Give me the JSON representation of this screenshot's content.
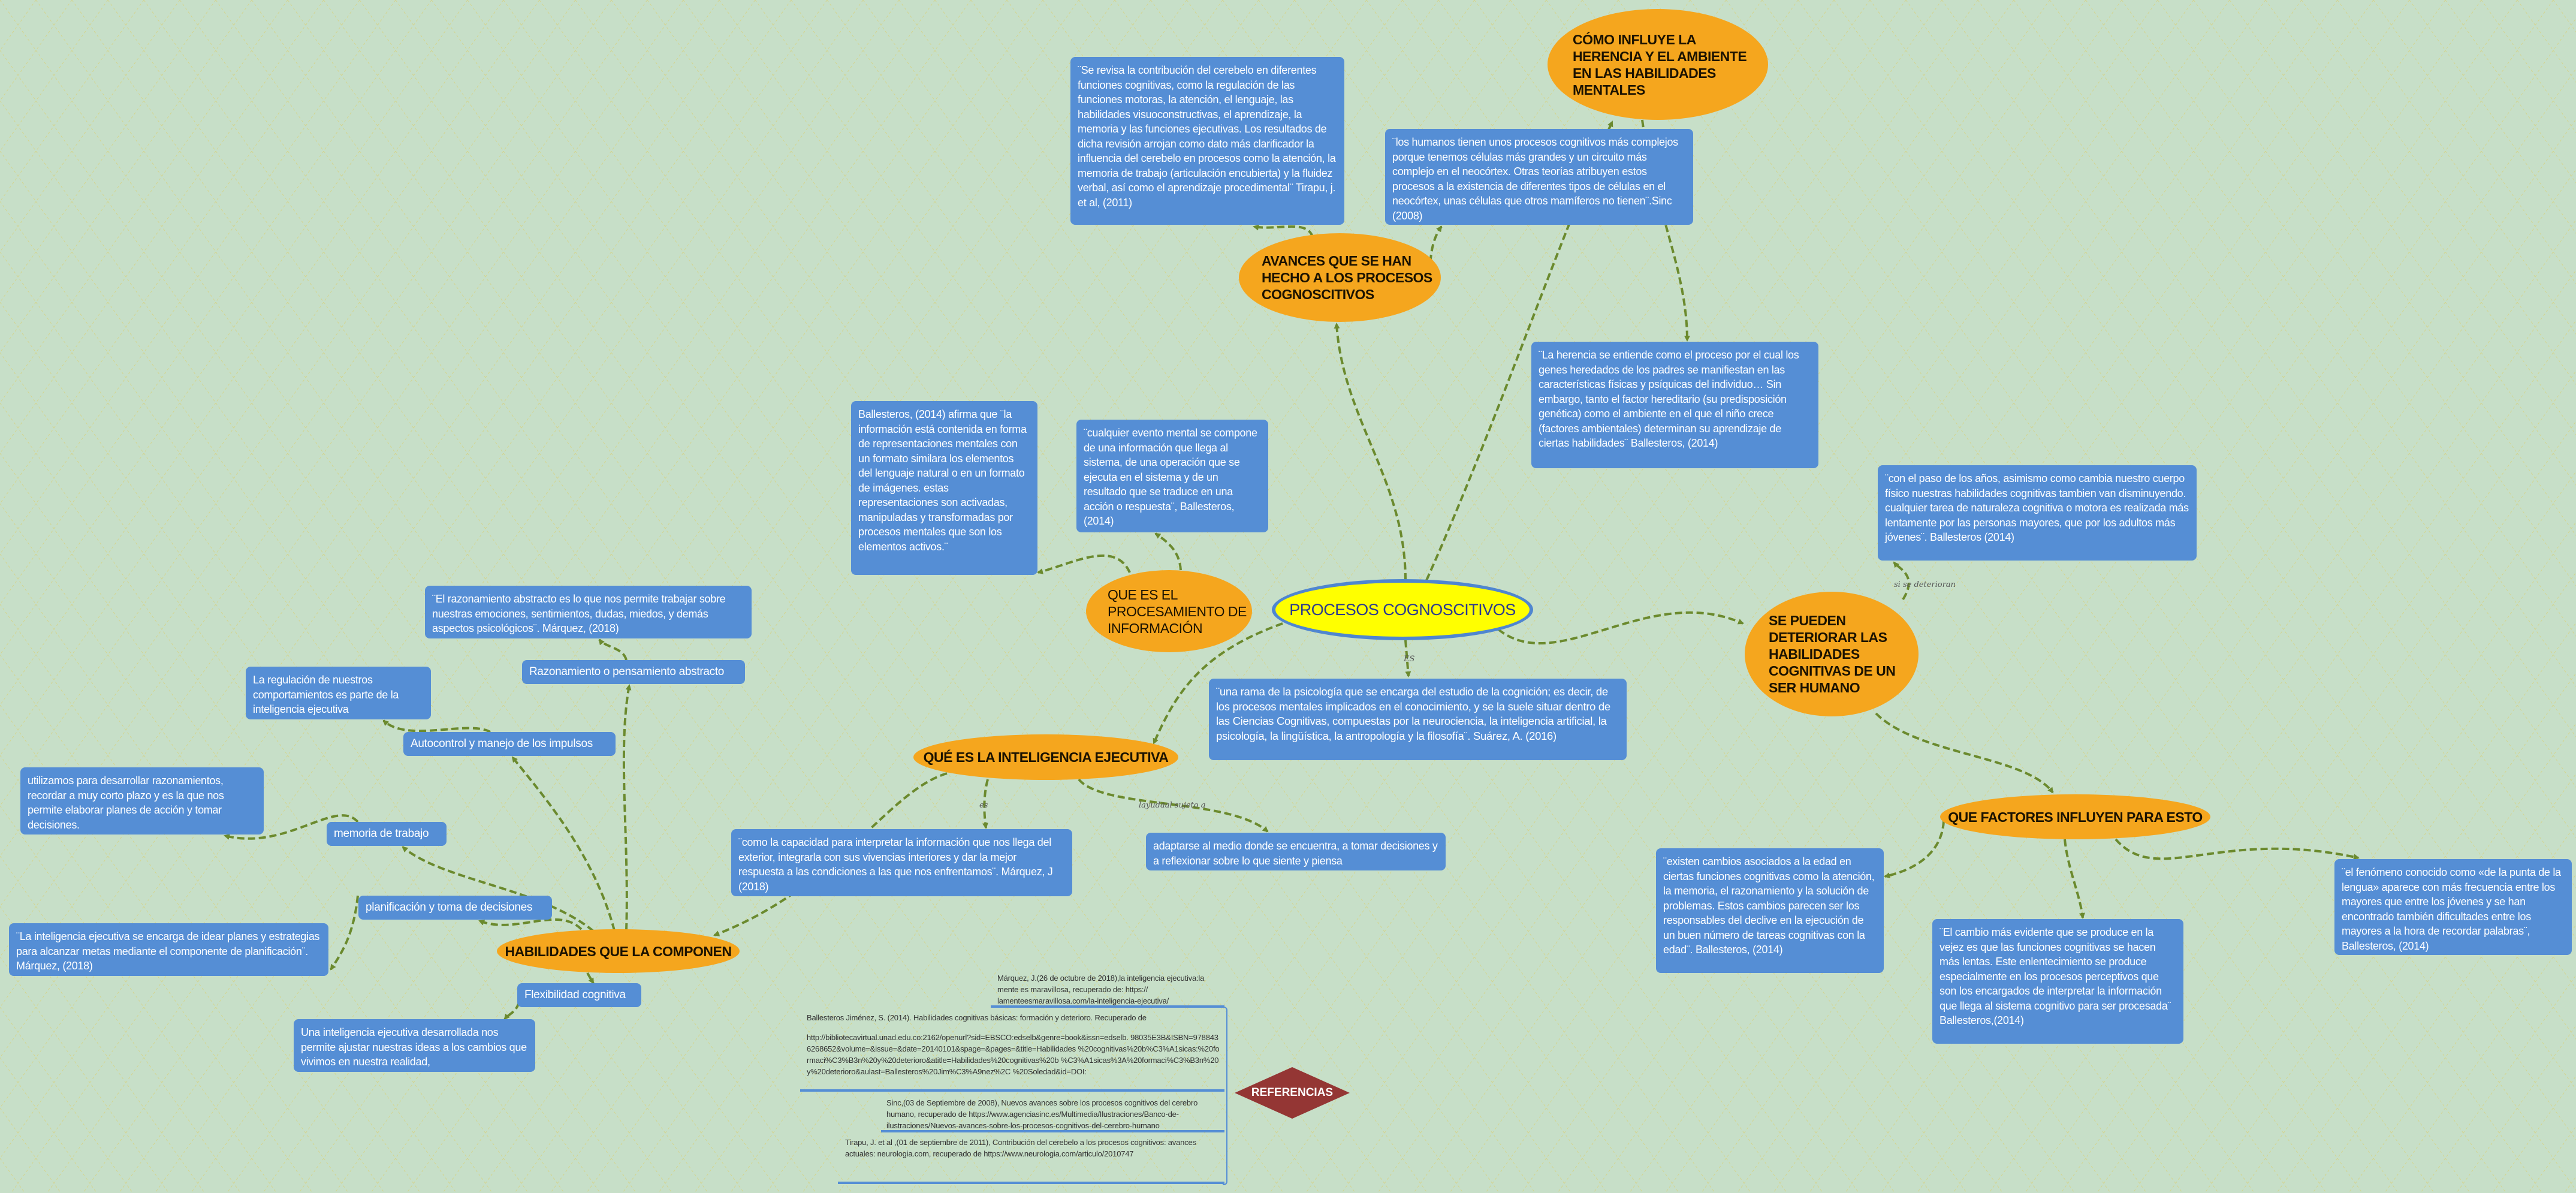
{
  "colors": {
    "background": "#c7dfc8",
    "box": "#558ed5",
    "topic": "#f5a61e",
    "central": "#ffff00",
    "central_border": "#4f86d0",
    "connector": "#6b8a2e",
    "references": "#943634"
  },
  "central": {
    "title": "PROCESOS COGNOSCITIVOS"
  },
  "topics": {
    "avances": [
      "AVANCES  QUE SE HAN",
      "HECHO A LOS PROCESOS",
      "COGNOSCITIVOS"
    ],
    "herencia": [
      "CÓMO INFLUYE LA",
      "HERENCIA Y EL AMBIENTE",
      "EN LAS HABILIDADES",
      "MENTALES"
    ],
    "procesamiento": [
      "QUE ES EL",
      "PROCESAMIENTO DE",
      "INFORMACIÓN"
    ],
    "deterioro": [
      "SE PUEDEN",
      "DETERIORAR LAS",
      "HABILIDADES",
      "COGNITIVAS DE UN",
      "SER HUMANO"
    ],
    "inteligencia": "QUÉ ES LA INTELIGENCIA EJECUTIVA",
    "factores": "QUE FACTORES INFLUYEN PARA ESTO",
    "habilidades": "HABILIDADES QUE LA COMPONEN"
  },
  "notes": {
    "cerebelo": "¨Se revisa la contribución del cerebelo en diferentes funciones cognitivas, como la regulación de las funciones motoras, la atención, el lenguaje, las habilidades visuoconstructivas, el aprendizaje, la memoria y las funciones ejecutivas. Los resultados de dicha revisión arrojan como dato más clarificador la influencia del cerebelo en procesos como la atención, la memoria de trabajo (articulación encubierta) y la fluidez verbal, así como el aprendizaje procedimental¨ Tirapu, j. et al,  (2011)",
    "humanos": "¨los humanos tienen unos procesos cognitivos más complejos porque tenemos células más grandes y un circuito más complejo en el neocórtex. Otras teorías atribuyen estos procesos a la existencia de diferentes tipos de células en el neocórtex, unas células que otros mamíferos no tienen¨.Sinc (2008)",
    "herencia": "¨La herencia se entiende como el proceso por el cual los genes heredados de los padres se manifiestan en las características físicas y psíquicas del individuo… Sin embargo, tanto el factor hereditario (su predisposición genética) como el ambiente en el que el niño crece (factores ambientales) determinan su aprendizaje de ciertas habilidades¨ Ballesteros, (2014)",
    "paso_anos": "¨con el paso de los años, asimismo como cambia nuestro cuerpo físico nuestras habilidades cognitivas tambien van disminuyendo. cualquier tarea de naturaleza cognitiva o motora es realizada más lentamente por las personas mayores, que por los adultos más jóvenes¨. Ballesteros (2014)",
    "ballesteros": "Ballesteros,  (2014) afirma que ¨la información está contenida en forma de representaciones mentales con un formato similara los elementos del lenguaje natural o en un formato de imágenes. estas representaciones son activadas, manipuladas y transformadas por procesos mentales que son los elementos activos.¨",
    "evento": "¨cualquier evento mental se compone de una información que llega al sistema, de una operación que se ejecuta en el sistema y de un resultado que se traduce en una acción o respuesta¨, Ballesteros, (2014)",
    "rama": "¨una rama de la psicología que se encarga del estudio de la cognición; es decir, de los procesos mentales implicados en el conocimiento, y se la suele situar dentro de las Ciencias Cognitivas, compuestas por la neurociencia, la inteligencia artificial, la psicología, la lingüística, la antropología y la filosofía¨. Suárez, A. (2016)",
    "capacidad": "¨como la capacidad para interpretar la información que nos llega del exterior, integrarla con sus vivencias interiores y dar la mejor respuesta a las condiciones a las que nos enfrentamos¨. Márquez, J (2018)",
    "adaptarse": "adaptarse al medio donde se encuentra, a tomar decisiones y a reflexionar sobre lo que siente y piensa",
    "cambios_edad": "¨existen cambios  asociados  a  la  edad en ciertas funciones cognitivas como la atención, la memoria, el razonamiento y la solución de problemas. Estos cambios parecen ser los responsables del declive en la ejecución de un buen número de tareas cognitivas con la edad¨. Ballesteros, (2014)",
    "cambio_evidente": "¨El cambio más evidente que se produce en la vejez es que las funciones cognitivas se hacen más lentas. Este enlentecimiento se produce especialmente en los procesos perceptivos que son los encargados de interpretar la información que llega al sistema cognitivo para ser procesada¨ Ballesteros,(2014)",
    "fenomeno": "¨el fenómeno conocido como «de la punta de la lengua» aparece con más frecuencia entre los mayores que entre los jóvenes y se han encontrado también dificultades entre los mayores a la hora de recordar palabras¨, Ballesteros, (2014)",
    "razonamiento_quote": "¨El razonamiento abstracto es lo que nos permite trabajar sobre nuestras emociones, sentimientos, dudas, miedos, y demás aspectos psicológicos¨. Márquez, (2018)",
    "razonamiento": "Razonamiento o pensamiento abstracto",
    "regulacion": "La regulación de nuestros comportamientos es parte de la inteligencia ejecutiva",
    "autocontrol": "Autocontrol y manejo de los impulsos",
    "utilizamos": "utilizamos para desarrollar razonamientos, recordar a muy corto plazo y es la que nos permite elaborar planes de acción y tomar decisiones.",
    "memoria": "memoria de trabajo",
    "planificacion": "planificación y toma de decisiones",
    "planes": "¨La inteligencia ejecutiva se encarga de idear planes y estrategias para alcanzar metas mediante el componente de planificación¨. Márquez, (2018)",
    "flexibilidad": "Flexibilidad cognitiva",
    "ajustar": "Una inteligencia ejecutiva desarrollada nos permite ajustar nuestras ideas a los cambios que vivimos en nuestra realidad,"
  },
  "link_labels": {
    "es_upper": "ES",
    "es_lower": "es",
    "ayuda": "layudaal sujeto a",
    "deterioran": "si se deterioran"
  },
  "references": {
    "title": "REFERENCIAS",
    "marquez": "Márquez, J.(26 de octubre de 2018),la inteligencia ejecutiva:la mente es maravillosa, recuperado de: https:// lamenteesmaravillosa.com/la-inteligencia-ejecutiva/",
    "ballesteros_line1": "Ballesteros Jiménez, S. (2014). Habilidades cognitivas básicas: formación y deterioro. Recuperado de",
    "ballesteros_url": "http://bibliotecavirtual.unad.edu.co:2162/openurl?sid=EBSCO:edselb&genre=book&issn=edselb. 98035E3B&ISBN=9788436268652&volume=&issue=&date=20140101&spage=&pages=&title=Habilidades %20cognitivas%20b%C3%A1sicas:%20formaci%C3%B3n%20y%20deterioro&atitle=Habilidades%20cognitivas%20b %C3%A1sicas%3A%20formaci%C3%B3n%20y%20deterioro&aulast=Ballesteros%20Jim%C3%A9nez%2C %20Soledad&id=DOI:",
    "sinc": "Sinc,(03 de Septiembre de 2008), Nuevos avances sobre los procesos cognitivos del cerebro humano, recuperado de https://www.agenciasinc.es/Multimedia/Ilustraciones/Banco-de-ilustraciones/Nuevos-avances-sobre-los-procesos-cognitivos-del-cerebro-humano",
    "tirapu": "Tirapu, J.  et al ,(01 de septiembre de 2011), Contribución del cerebelo a los procesos cognitivos: avances actuales: neurologia.com, recuperado de https://www.neurologia.com/articulo/2010747"
  }
}
